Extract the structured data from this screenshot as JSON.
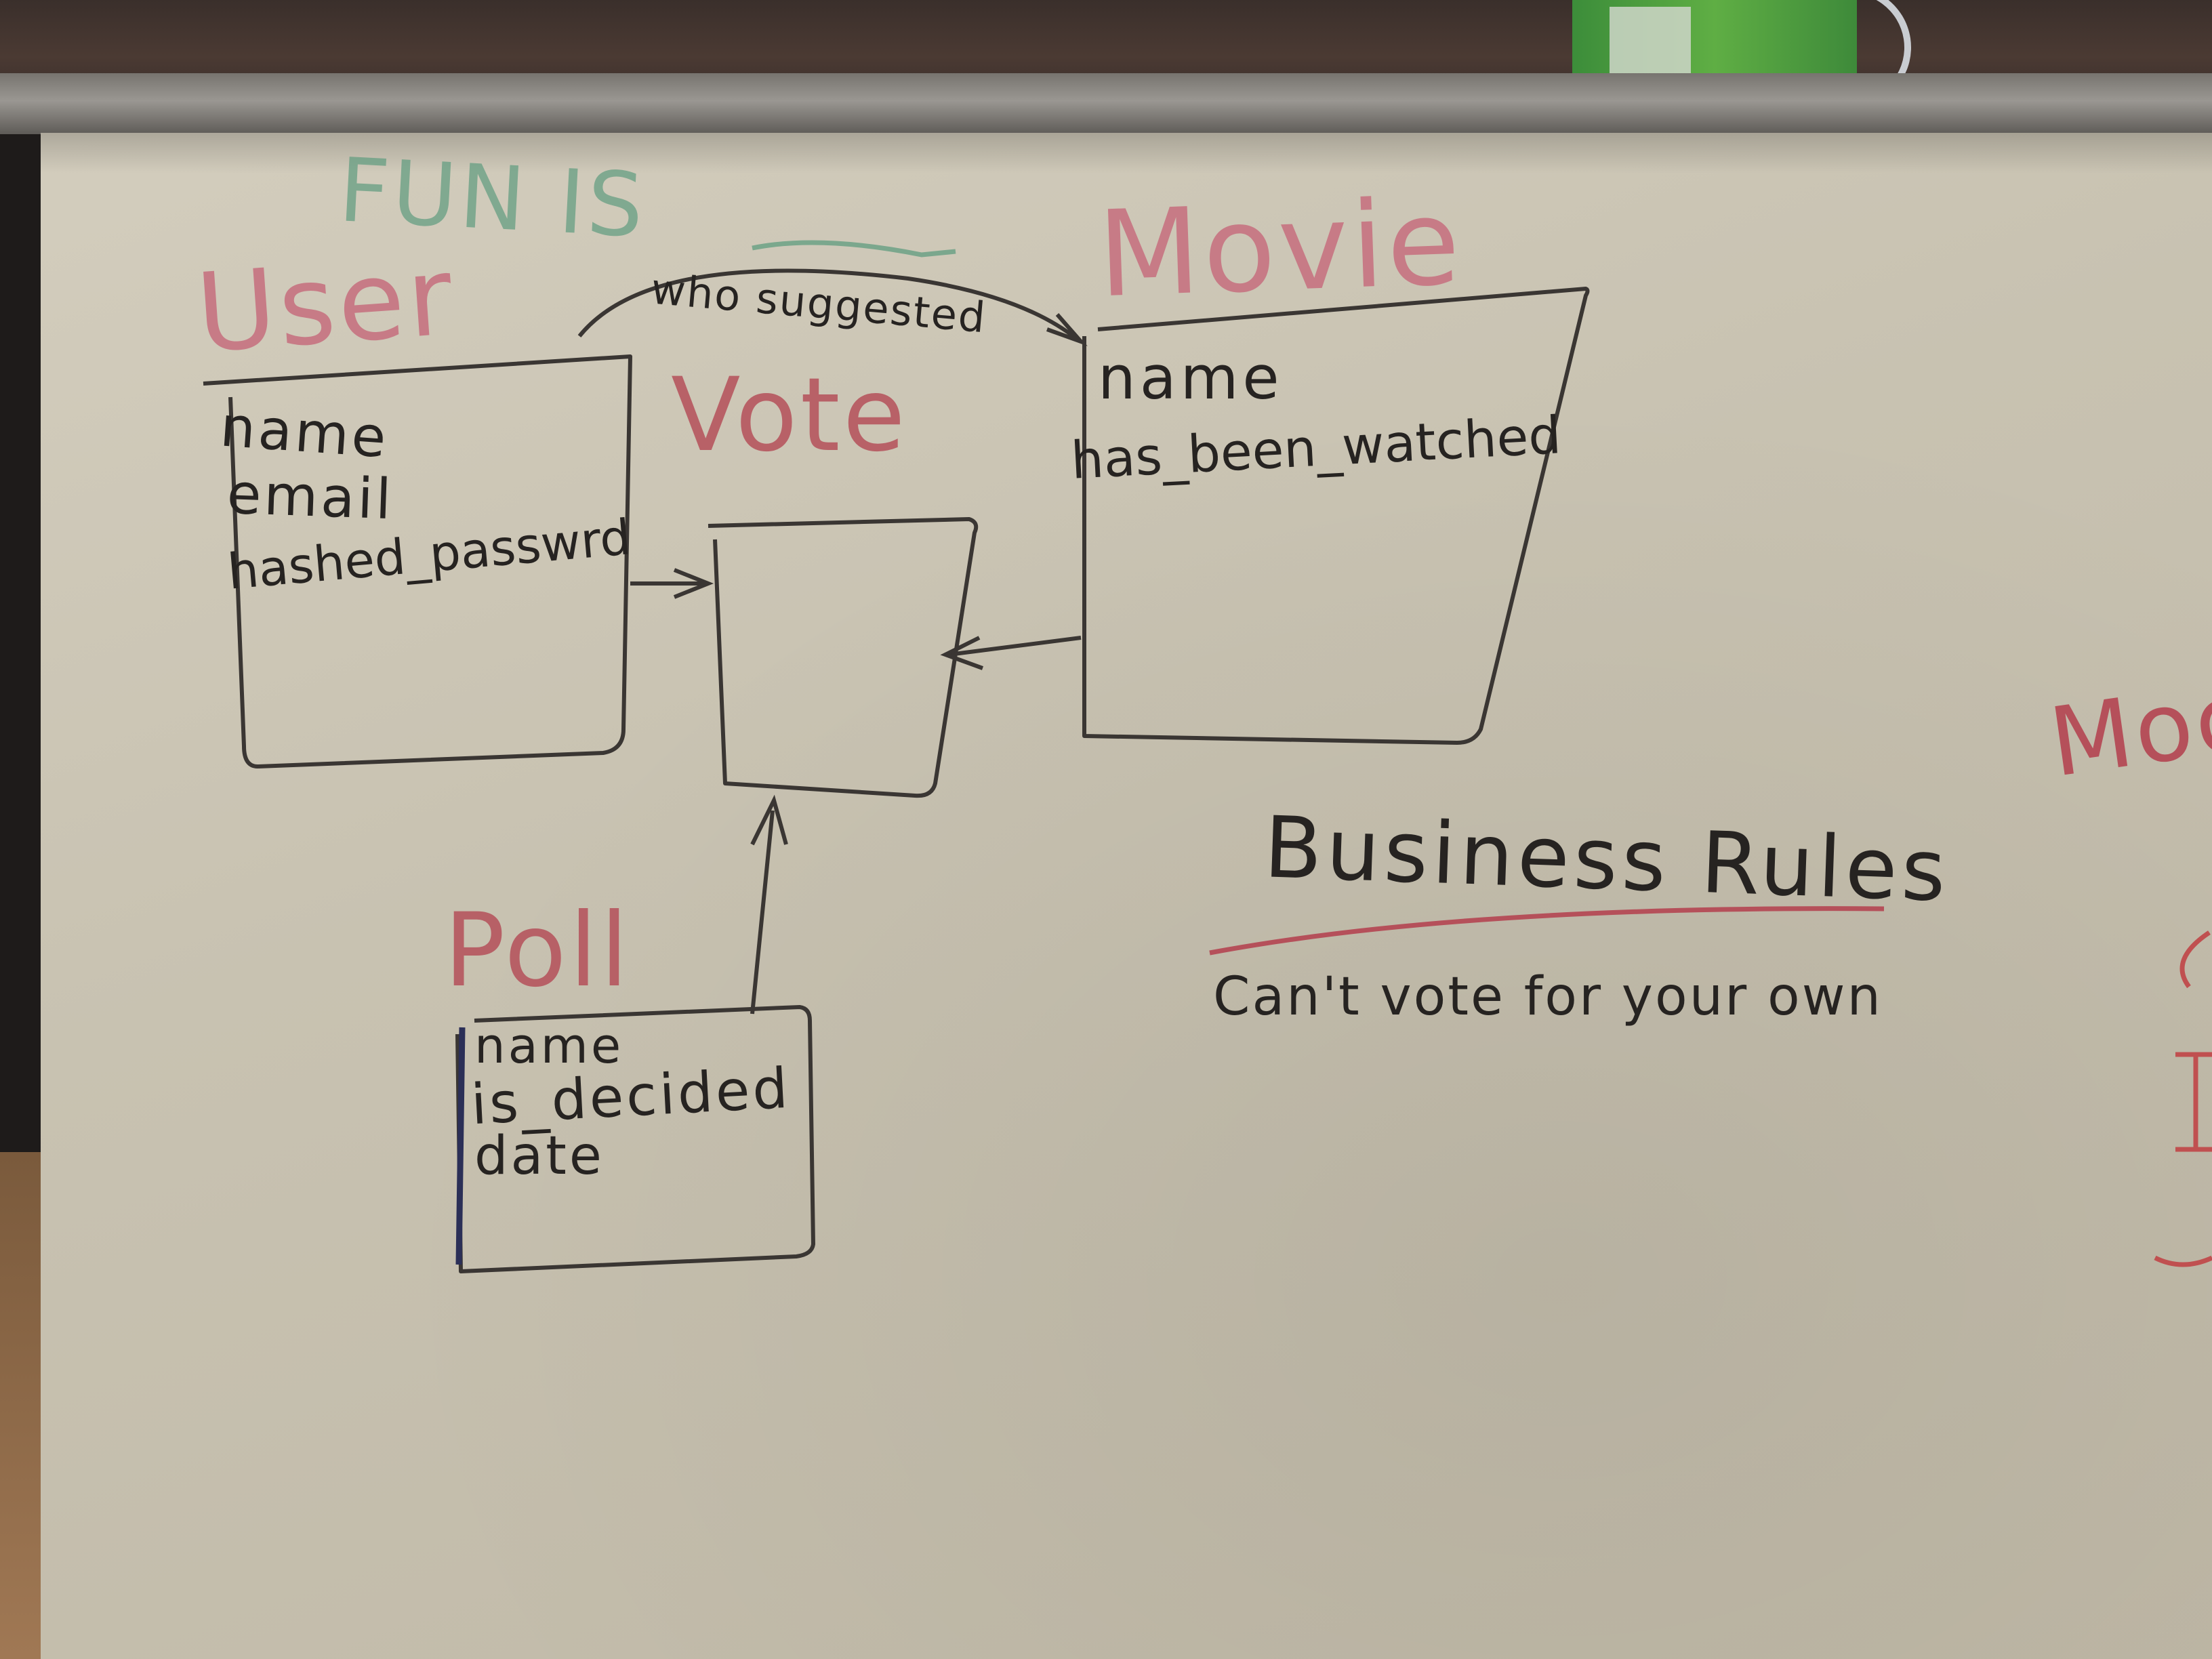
{
  "board": {
    "header_text": "FUN IS",
    "entities": {
      "user": {
        "title": "User",
        "fields": [
          "name",
          "email",
          "hashed_passwrd"
        ]
      },
      "movie": {
        "title": "Movie",
        "fields": [
          "name",
          "has_been_watched"
        ]
      },
      "vote": {
        "title": "Vote",
        "fields": []
      },
      "poll": {
        "title": "Poll",
        "fields": [
          "name",
          "is_decided",
          "date"
        ]
      }
    },
    "relations": [
      {
        "label": "who suggested",
        "from": "User",
        "to": "Movie"
      },
      {
        "label": "",
        "from": "User",
        "to": "Vote"
      },
      {
        "label": "",
        "from": "Movie",
        "to": "Vote"
      },
      {
        "label": "",
        "from": "Poll",
        "to": "Vote"
      }
    ],
    "business_rules": {
      "heading": "Business Rules",
      "items": [
        "Can't vote for your own"
      ]
    },
    "edge_fragment": "Moc"
  },
  "colors": {
    "whiteboard": "#c9c3b2",
    "black_marker": "#262321",
    "red_marker": "#b5505a",
    "green_marker": "#5f9c7f"
  }
}
